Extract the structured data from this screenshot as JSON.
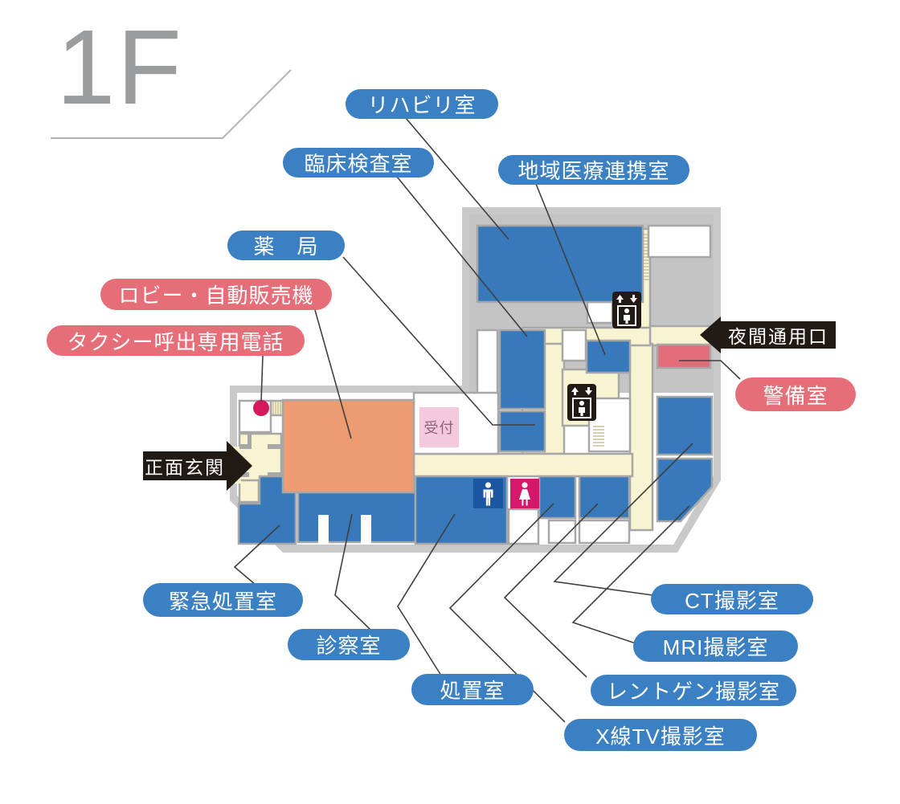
{
  "floor": {
    "title": "1F"
  },
  "reception": {
    "label": "受付"
  },
  "entrances": [
    {
      "id": "main-entrance",
      "label": "正面玄関"
    },
    {
      "id": "night-entrance",
      "label": "夜間通用口"
    }
  ],
  "room_labels": [
    {
      "id": "rehabilitation",
      "label": "リハビリ室",
      "type": "blue"
    },
    {
      "id": "clinical-lab",
      "label": "臨床検査室",
      "type": "blue"
    },
    {
      "id": "regional-medical",
      "label": "地域医療連携室",
      "type": "blue"
    },
    {
      "id": "pharmacy",
      "label": "薬　局",
      "type": "blue"
    },
    {
      "id": "lobby-vending",
      "label": "ロビー・自動販売機",
      "type": "pink"
    },
    {
      "id": "taxi-phone",
      "label": "タクシー呼出専用電話",
      "type": "pink"
    },
    {
      "id": "security",
      "label": "警備室",
      "type": "pink"
    },
    {
      "id": "emergency",
      "label": "緊急処置室",
      "type": "blue"
    },
    {
      "id": "consultation",
      "label": "診察室",
      "type": "blue"
    },
    {
      "id": "treatment",
      "label": "処置室",
      "type": "blue"
    },
    {
      "id": "ct",
      "label": "CT撮影室",
      "type": "blue"
    },
    {
      "id": "mri",
      "label": "MRI撮影室",
      "type": "blue"
    },
    {
      "id": "xray",
      "label": "レントゲン撮影室",
      "type": "blue"
    },
    {
      "id": "xray-tv",
      "label": "X線TV撮影室",
      "type": "blue"
    }
  ],
  "icons": [
    {
      "id": "elevator-1",
      "name": "elevator-icon"
    },
    {
      "id": "elevator-2",
      "name": "elevator-icon"
    },
    {
      "id": "male-restroom",
      "name": "male-restroom-icon"
    },
    {
      "id": "female-restroom",
      "name": "female-restroom-icon"
    },
    {
      "id": "taxi-dot",
      "name": "taxi-phone-location-dot"
    }
  ],
  "colors": {
    "label_blue": "#3b80c2",
    "label_pink": "#e56e78",
    "room_blue": "#3779bb",
    "room_red": "#e26c77",
    "lobby_orange": "#ec9b72",
    "reception_pink": "#f5c9dd",
    "corridor_cream": "#f8f3d0",
    "wall_gray": "#a8a7a7",
    "outline_gray": "#c9c9c9",
    "interior_gray": "#c5c4c4",
    "wc_male_blue": "#1a57a0",
    "wc_female_pink": "#d6186c",
    "entrance_black": "#221a14",
    "floor_title_gray": "#9b9c9d"
  }
}
